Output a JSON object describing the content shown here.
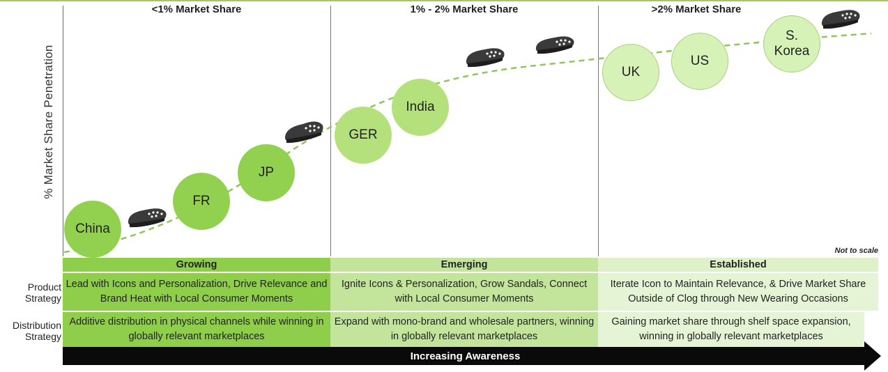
{
  "y_axis_label": "% Market Share Penetration",
  "sections": [
    {
      "title": "<1% Market Share"
    },
    {
      "title": "1% - 2% Market Share"
    },
    {
      "title": ">2% Market Share"
    }
  ],
  "bubbles": [
    "China",
    "FR",
    "JP",
    "GER",
    "India",
    "UK",
    "US",
    "S.\nKorea"
  ],
  "note": "Not to scale",
  "stages": [
    "Growing",
    "Emerging",
    "Established"
  ],
  "row_labels": {
    "product": "Product\nStrategy",
    "distribution": "Distribution\nStrategy"
  },
  "product_strategy": [
    "Lead with Icons and Personalization, Drive Relevance and Brand Heat with Local Consumer Moments",
    "Ignite Icons & Personalization, Grow Sandals, Connect with Local Consumer Moments",
    "Iterate Icon to Maintain Relevance, & Drive Market Share Outside of Clog through New Wearing Occasions"
  ],
  "distribution_strategy": [
    "Additive distribution in physical channels while winning in globally relevant marketplaces",
    "Expand with mono-brand and wholesale partners, winning in globally relevant marketplaces",
    "Gaining market share through shelf space expansion, winning in globally relevant marketplaces"
  ],
  "arrow_label": "Increasing Awareness",
  "colors": {
    "bubble_dark": "#92d050",
    "bubble_mid": "#b4e17c",
    "bubble_light": "#d6f2b7",
    "curve": "#8fc65c",
    "arrow": "#0a0a0a"
  },
  "icons": [
    "clog-icon"
  ]
}
